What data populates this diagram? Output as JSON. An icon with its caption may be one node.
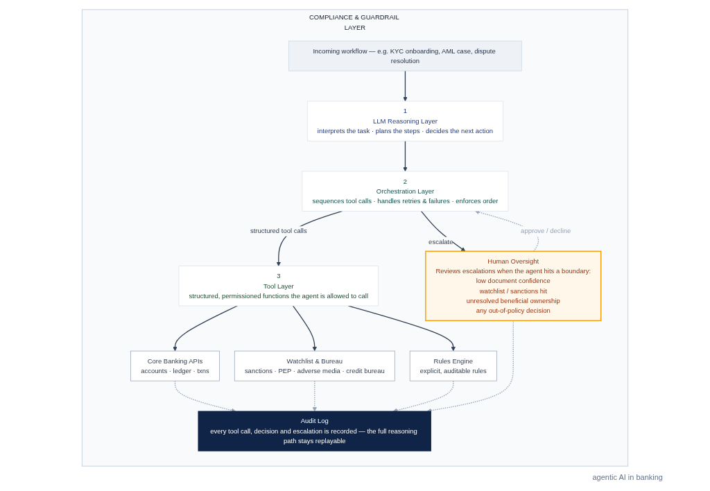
{
  "diagram": {
    "caption": "agentic AI in banking",
    "nodes": [
      {
        "text": [
          "COMPLIANCE & GUARDRAIL LAYER"
        ]
      },
      {
        "text": [
          "Incoming workflow — e.g. KYC onboarding, AML case, dispute resolution"
        ],
        "in": 0
      },
      {
        "text": [
          "1",
          "LLM Reasoning Layer",
          "interprets the task · plans the steps · decides the next action"
        ],
        "in": 0
      },
      {
        "text": [
          "2",
          "Orchestration Layer",
          "sequences tool calls · handles retries & failures · enforces order"
        ],
        "in": 0
      },
      {
        "text": [
          "3",
          "Tool Layer",
          "structured, permissioned functions the agent is allowed to call"
        ],
        "in": 0
      },
      {
        "text": [
          "Human Oversight",
          "Reviews escalations when the agent hits a boundary:",
          "low document confidence",
          "watchlist / sanctions hit",
          "unresolved beneficial ownership",
          "any out-of-policy decision"
        ],
        "in": 0
      },
      {
        "text": [
          "Core Banking APIs",
          "accounts · ledger · txns"
        ],
        "in": 0
      },
      {
        "text": [
          "Watchlist & Bureau",
          "sanctions · PEP · adverse media · credit bureau"
        ],
        "in": 0
      },
      {
        "text": [
          "Rules Engine",
          "explicit, auditable rules"
        ],
        "in": 0
      },
      {
        "text": [
          "Audit Log",
          "every tool call, decision and escalation is recorded — the full reasoning path stays replayable"
        ],
        "in": 0
      }
    ],
    "edges": [
      {
        "from": 1,
        "to": 2,
        "arrow": "to"
      },
      {
        "from": 2,
        "to": 3,
        "arrow": "to"
      },
      {
        "from": 3,
        "to": 5,
        "arrow": "to",
        "label": "escalate"
      },
      {
        "from": 5,
        "to": 3,
        "arrow": "to",
        "label": "approve / decline",
        "style": "dashed",
        "color": "#94a3b8"
      },
      {
        "from": 3,
        "to": 4,
        "arrow": "to",
        "label": "structured tool calls"
      },
      {
        "from": 4,
        "to": 6,
        "arrow": "to"
      },
      {
        "from": 4,
        "to": 7,
        "arrow": "to"
      },
      {
        "from": 4,
        "to": 8,
        "arrow": "to"
      },
      {
        "from": 6,
        "to": 9,
        "arrow": "to",
        "style": "dashed",
        "color": "#94a3b8"
      },
      {
        "from": 7,
        "to": 9,
        "arrow": "to",
        "style": "dashed",
        "color": "#94a3b8"
      },
      {
        "from": 8,
        "to": 9,
        "arrow": "to",
        "style": "dashed",
        "color": "#94a3b8"
      },
      {
        "from": 5,
        "to": 9,
        "arrow": "to",
        "style": "dashed",
        "color": "#94a3b8"
      }
    ]
  }
}
